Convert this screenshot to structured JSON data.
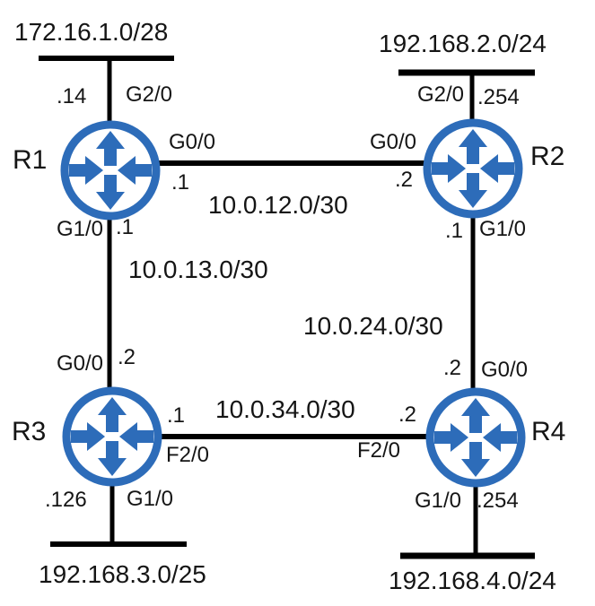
{
  "diagram_title": "",
  "colors": {
    "router_blue": "#2d6cb9",
    "line_black": "#000000",
    "text_black": "#151515",
    "background": "#ffffff"
  },
  "routers": [
    {
      "name": "R1"
    },
    {
      "name": "R2"
    },
    {
      "name": "R3"
    },
    {
      "name": "R4"
    }
  ],
  "lans": [
    {
      "cidr": "172.16.1.0/28",
      "port": "G2/0",
      "gateway_ip": ".14"
    },
    {
      "cidr": "192.168.2.0/24",
      "port": "G2/0",
      "gateway_ip": ".254"
    },
    {
      "cidr": "192.168.3.0/25",
      "port": "G1/0",
      "gateway_ip": ".126"
    },
    {
      "cidr": "192.168.4.0/24",
      "port": "G1/0",
      "gateway_ip": ".254"
    }
  ],
  "links": [
    {
      "cidr": "10.0.12.0/30",
      "a_port": "G0/0",
      "a_ip": ".1",
      "b_port": "G0/0",
      "b_ip": ".2"
    },
    {
      "cidr": "10.0.13.0/30",
      "a_port": "G1/0",
      "a_ip": ".1",
      "b_port": "G0/0",
      "b_ip": ".2"
    },
    {
      "cidr": "10.0.24.0/30",
      "a_port": "G1/0",
      "a_ip": ".1",
      "b_port": "G0/0",
      "b_ip": ".2"
    },
    {
      "cidr": "10.0.34.0/30",
      "a_port": "F2/0",
      "a_ip": ".1",
      "b_port": "F2/0",
      "b_ip": ".2"
    }
  ]
}
